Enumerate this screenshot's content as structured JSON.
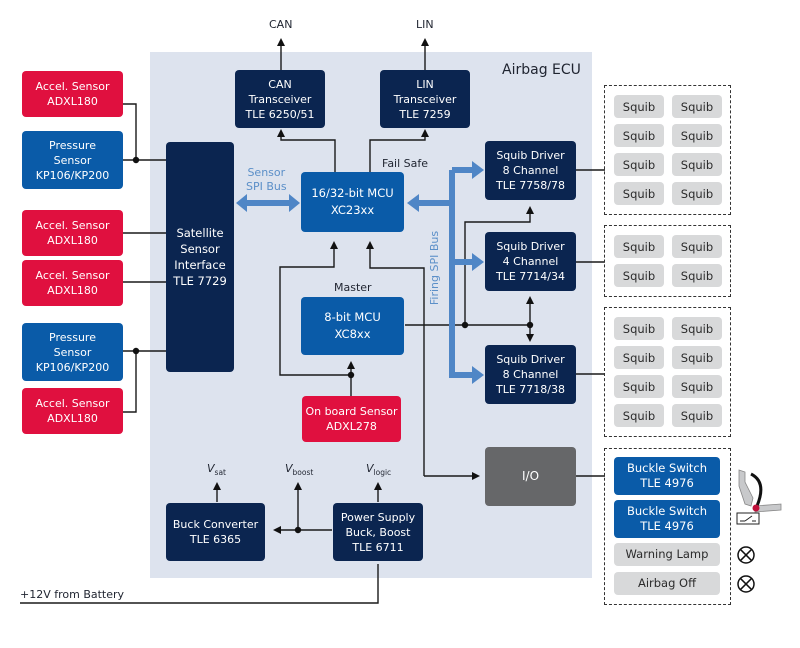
{
  "diagram": {
    "title": "Airbag ECU",
    "external_signals": {
      "can": "CAN",
      "lin": "LIN",
      "battery": "+12V from Battery"
    },
    "external_sensors": [
      {
        "lines": [
          "Accel. Sensor",
          "ADXL180"
        ],
        "type": "accel"
      },
      {
        "lines": [
          "Pressure",
          "Sensor",
          "KP106/KP200"
        ],
        "type": "pressure"
      },
      {
        "lines": [
          "Accel. Sensor",
          "ADXL180"
        ],
        "type": "accel"
      },
      {
        "lines": [
          "Accel. Sensor",
          "ADXL180"
        ],
        "type": "accel"
      },
      {
        "lines": [
          "Pressure",
          "Sensor",
          "KP106/KP200"
        ],
        "type": "pressure"
      },
      {
        "lines": [
          "Accel. Sensor",
          "ADXL180"
        ],
        "type": "accel"
      }
    ],
    "blocks": {
      "satellite": {
        "lines": [
          "Satellite",
          "Sensor",
          "Interface",
          "TLE 7729"
        ]
      },
      "can_transceiver": {
        "lines": [
          "CAN",
          "Transceiver",
          "TLE 6250/51"
        ]
      },
      "lin_transceiver": {
        "lines": [
          "LIN",
          "Transceiver",
          "TLE 7259"
        ]
      },
      "main_mcu": {
        "lines": [
          "16/32-bit MCU",
          "XC23xx"
        ]
      },
      "master_mcu": {
        "lines": [
          "8-bit MCU",
          "XC8xx"
        ],
        "caption": "Master"
      },
      "onboard_sensor": {
        "lines": [
          "On board Sensor",
          "ADXL278"
        ]
      },
      "squib_driver_1": {
        "lines": [
          "Squib Driver",
          "8 Channel",
          "TLE 7758/78"
        ]
      },
      "squib_driver_2": {
        "lines": [
          "Squib Driver",
          "4 Channel",
          "TLE 7714/34"
        ]
      },
      "squib_driver_3": {
        "lines": [
          "Squib Driver",
          "8 Channel",
          "TLE 7718/38"
        ]
      },
      "io": {
        "lines": [
          "I/O"
        ]
      },
      "buck_converter": {
        "lines": [
          "Buck Converter",
          "TLE 6365"
        ]
      },
      "power_supply": {
        "lines": [
          "Power Supply",
          "Buck, Boost",
          "TLE 6711"
        ]
      }
    },
    "bus_labels": {
      "sensor_spi": [
        "Sensor",
        "SPI Bus"
      ],
      "firing_spi": "Firing SPI Bus",
      "fail_safe": "Fail Safe"
    },
    "voltages": {
      "sat": {
        "v": "V",
        "sub": "sat"
      },
      "boost": {
        "v": "V",
        "sub": "boost"
      },
      "logic": {
        "v": "V",
        "sub": "logic"
      }
    },
    "squib_groups": [
      {
        "count": 8,
        "label": "Squib"
      },
      {
        "count": 4,
        "label": "Squib"
      },
      {
        "count": 8,
        "label": "Squib"
      }
    ],
    "io_outputs": {
      "buckle_1": {
        "lines": [
          "Buckle Switch",
          "TLE 4976"
        ]
      },
      "buckle_2": {
        "lines": [
          "Buckle Switch",
          "TLE 4976"
        ]
      },
      "warning_lamp": "Warning Lamp",
      "airbag_off": "Airbag Off"
    },
    "icons": {
      "lamp": "lamp-icon",
      "buckle": "seatbelt-buckle-icon"
    },
    "colors": {
      "ecu_background": "#dde3ee",
      "navy_block": "#0b2550",
      "blue_block": "#0a5ba8",
      "sensor_red": "#e0103f",
      "io_gray": "#666769",
      "squib_gray": "#d8d9da",
      "bus_blue": "#4f86c6"
    }
  }
}
